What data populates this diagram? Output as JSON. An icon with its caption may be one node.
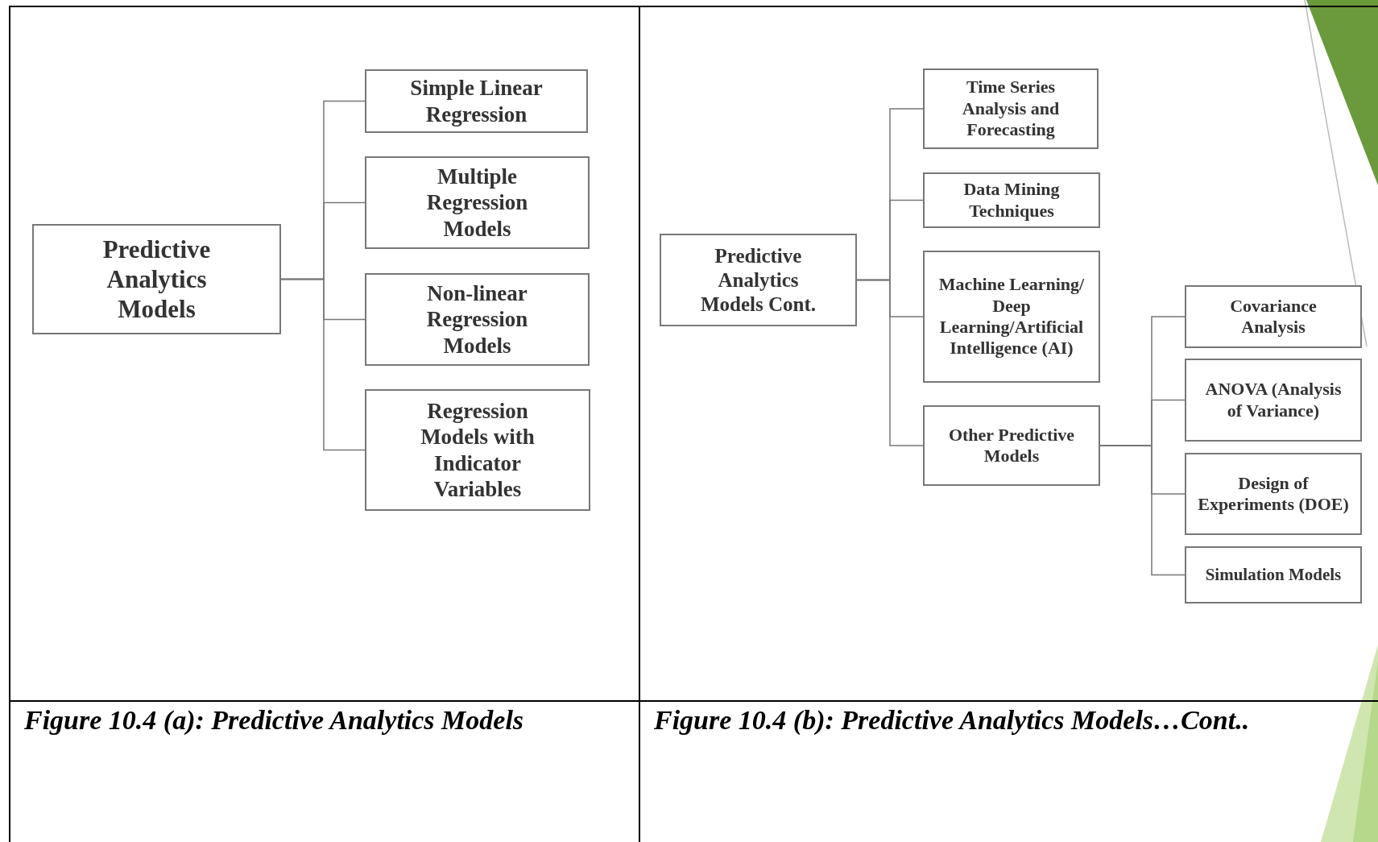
{
  "diagram": {
    "nodes": [
      {
        "text": [
          "Predictive Analytics Models"
        ]
      },
      {
        "text": [
          "Simple Linear Regression"
        ]
      },
      {
        "text": [
          "Multiple Regression Models"
        ]
      },
      {
        "text": [
          "Non-linear Regression Models"
        ]
      },
      {
        "text": [
          "Regression Models with Indicator Variables"
        ]
      },
      {
        "text": [
          "Predictive Analytics Models Cont."
        ]
      },
      {
        "text": [
          "Time Series Analysis and Forecasting"
        ]
      },
      {
        "text": [
          "Data Mining Techniques"
        ]
      },
      {
        "text": [
          "Machine Learning/ Deep Learning/Artificial Intelligence (AI)"
        ]
      },
      {
        "text": [
          "Other Predictive Models"
        ]
      },
      {
        "text": [
          "Covariance Analysis"
        ]
      },
      {
        "text": [
          "ANOVA (Analysis of Variance)"
        ]
      },
      {
        "text": [
          "Design of Experiments (DOE)"
        ]
      },
      {
        "text": [
          "Simulation Models"
        ]
      }
    ],
    "edges": [
      {
        "from": 0,
        "to": 1,
        "arrow": "none"
      },
      {
        "from": 0,
        "to": 2,
        "arrow": "none"
      },
      {
        "from": 0,
        "to": 3,
        "arrow": "none"
      },
      {
        "from": 0,
        "to": 4,
        "arrow": "none"
      },
      {
        "from": 5,
        "to": 6,
        "arrow": "none"
      },
      {
        "from": 5,
        "to": 7,
        "arrow": "none"
      },
      {
        "from": 5,
        "to": 8,
        "arrow": "none"
      },
      {
        "from": 5,
        "to": 9,
        "arrow": "none"
      },
      {
        "from": 9,
        "to": 10,
        "arrow": "none"
      },
      {
        "from": 9,
        "to": 11,
        "arrow": "none"
      },
      {
        "from": 9,
        "to": 12,
        "arrow": "none"
      },
      {
        "from": 9,
        "to": 13,
        "arrow": "none"
      }
    ],
    "labels": [
      "Figure 10.4 (a): Predictive Analytics Models",
      "Figure 10.4 (b): Predictive Analytics Models…Cont.."
    ]
  }
}
